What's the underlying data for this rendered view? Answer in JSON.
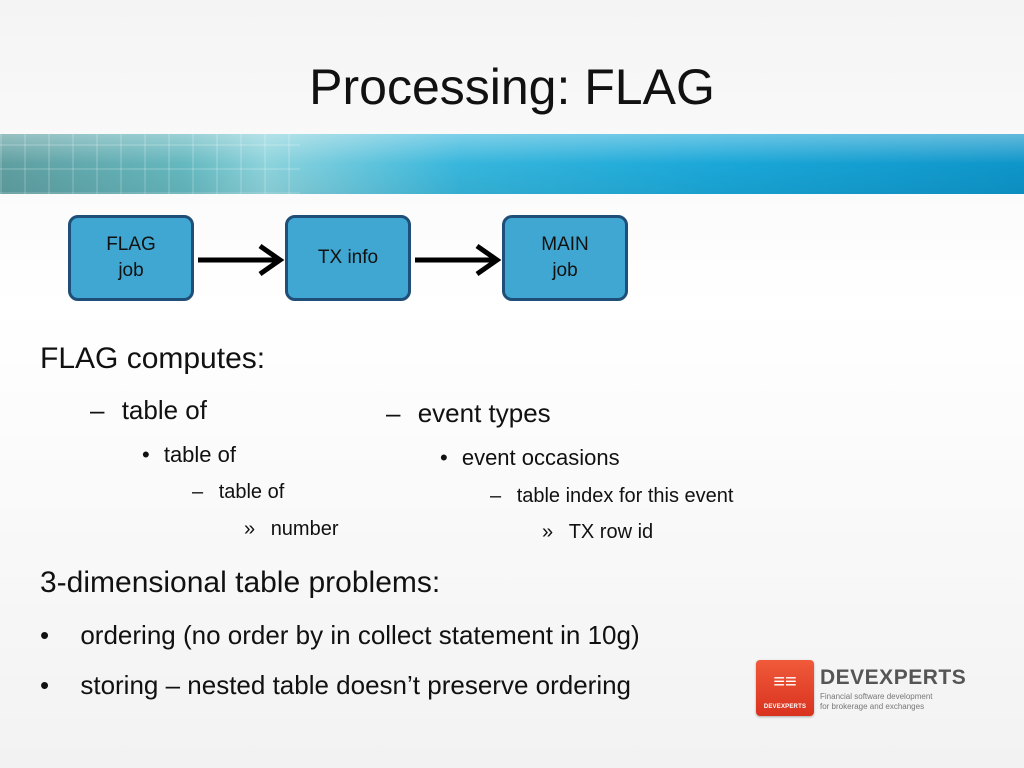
{
  "title": "Processing: FLAG",
  "flow": {
    "nodes": [
      {
        "line1": "FLAG",
        "line2": "job"
      },
      {
        "line1": "TX info",
        "line2": ""
      },
      {
        "line1": "MAIN",
        "line2": "job"
      }
    ]
  },
  "section1": {
    "heading": "FLAG computes:",
    "left": {
      "l2": "table of",
      "l3": "table of",
      "l4": "table of",
      "l5": "number"
    },
    "right": {
      "l2": "event types",
      "l3": "event occasions",
      "l4": "table index for this event",
      "l5": "TX row id"
    }
  },
  "section2": {
    "heading": "3-dimensional table problems:",
    "bullets": [
      "ordering (no order by in collect statement in 10g)",
      "storing – nested table doesn’t preserve ordering"
    ]
  },
  "markers": {
    "dash": "–",
    "bullet": "•",
    "guillemet": "»"
  },
  "logo": {
    "name": "DEVEXPERTS",
    "mark_text": "DEVEXPERTS",
    "tagline_1": "Financial software development",
    "tagline_2": "for brokerage and exchanges",
    "brand_color": "#e0412a"
  }
}
